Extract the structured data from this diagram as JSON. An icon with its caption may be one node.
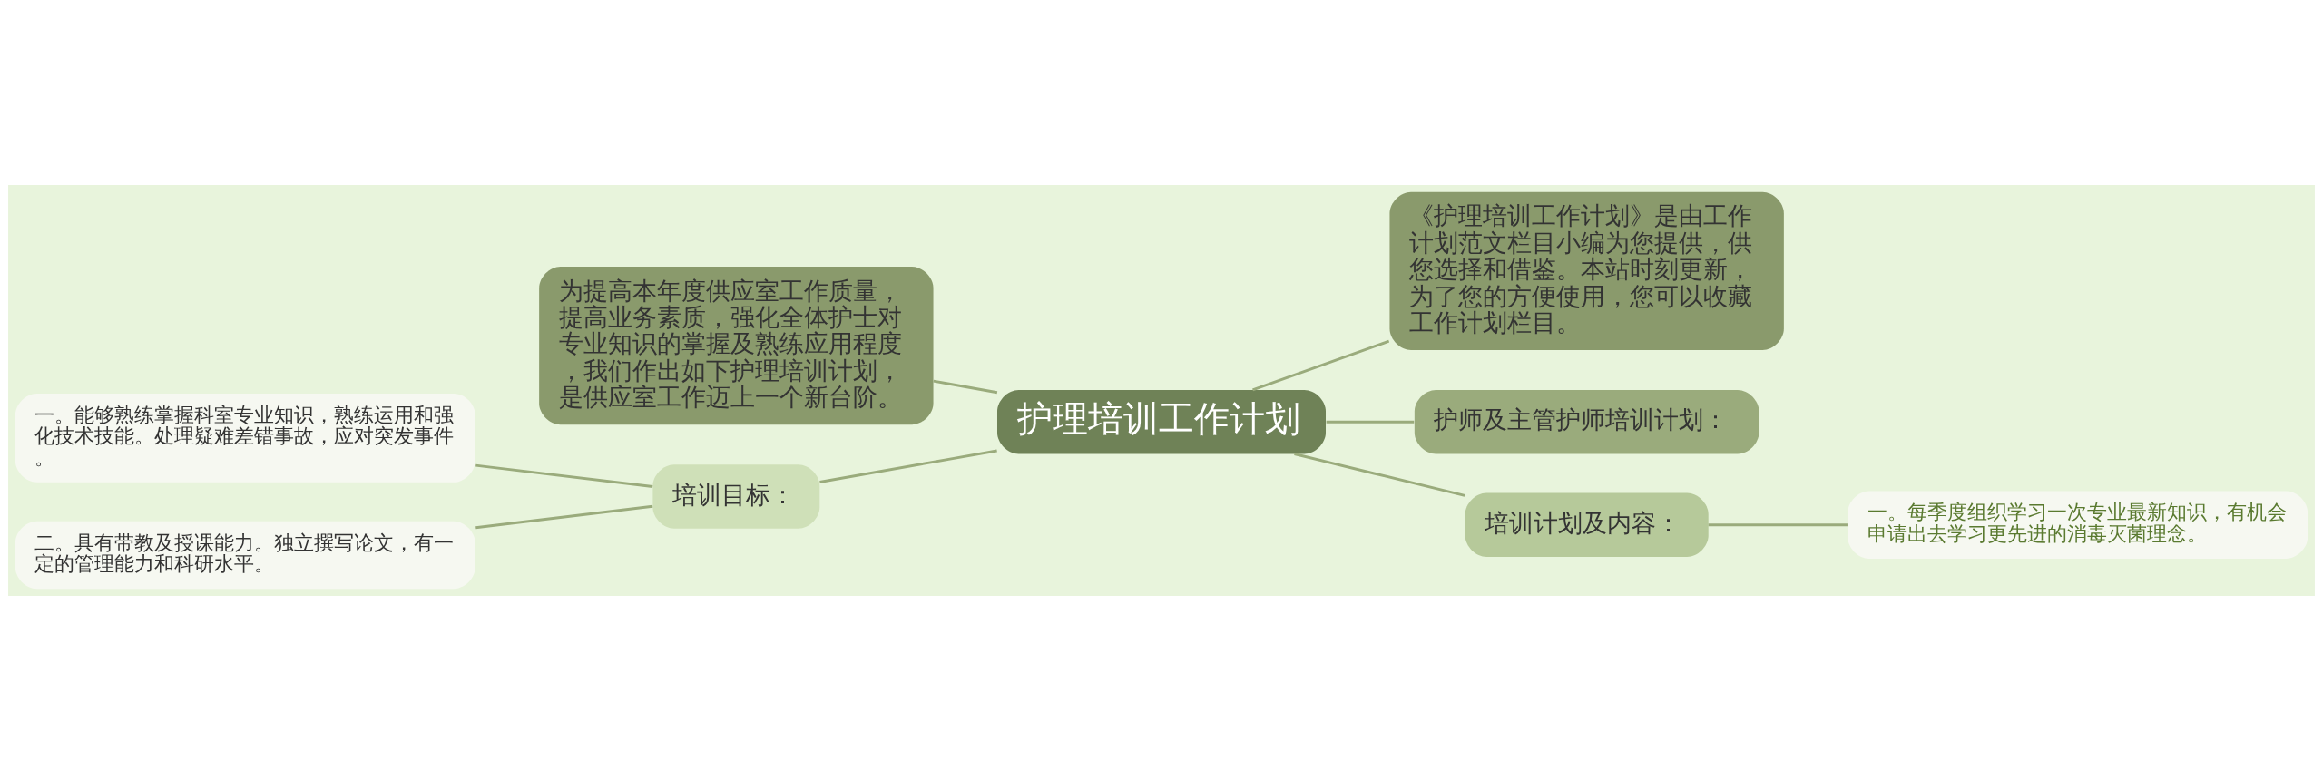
{
  "diagram": {
    "nodes": [
      {
        "text": [
          "护理培训工作计划"
        ]
      },
      {
        "text": [
          "为提高本年度供应室工作质量，提高业务素质，强化全体护士对专业知识的掌握及熟练应用程度，我们作出如下护理培训计划，是供应室工作迈上一个新台阶。"
        ]
      },
      {
        "text": [
          "培训目标："
        ]
      },
      {
        "text": [
          "一。能够熟练掌握科室专业知识，熟练运用和强化技术技能。处理疑难差错事故，应对突发事件。"
        ]
      },
      {
        "text": [
          "二。具有带教及授课能力。独立撰写论文，有一定的管理能力和科研水平。"
        ]
      },
      {
        "text": [
          "《护理培训工作计划》是由工作计划范文栏目小编为您提供，供您选择和借鉴。本站时刻更新，为了您的方便使用，您可以收藏工作计划栏目。"
        ]
      },
      {
        "text": [
          "护师及主管护师培训计划："
        ]
      },
      {
        "text": [
          "培训计划及内容："
        ]
      },
      {
        "text": [
          "一。每季度组织学习一次专业最新知识，有机会申请出去学习更先进的消毒灭菌理念。"
        ]
      }
    ],
    "edges": [
      {
        "from": 0,
        "to": 1,
        "arrow": "none"
      },
      {
        "from": 0,
        "to": 2,
        "arrow": "none"
      },
      {
        "from": 2,
        "to": 3,
        "arrow": "none"
      },
      {
        "from": 2,
        "to": 4,
        "arrow": "none"
      },
      {
        "from": 0,
        "to": 5,
        "arrow": "none"
      },
      {
        "from": 0,
        "to": 6,
        "arrow": "none"
      },
      {
        "from": 0,
        "to": 7,
        "arrow": "none"
      },
      {
        "from": 7,
        "to": 8,
        "arrow": "none"
      }
    ]
  }
}
